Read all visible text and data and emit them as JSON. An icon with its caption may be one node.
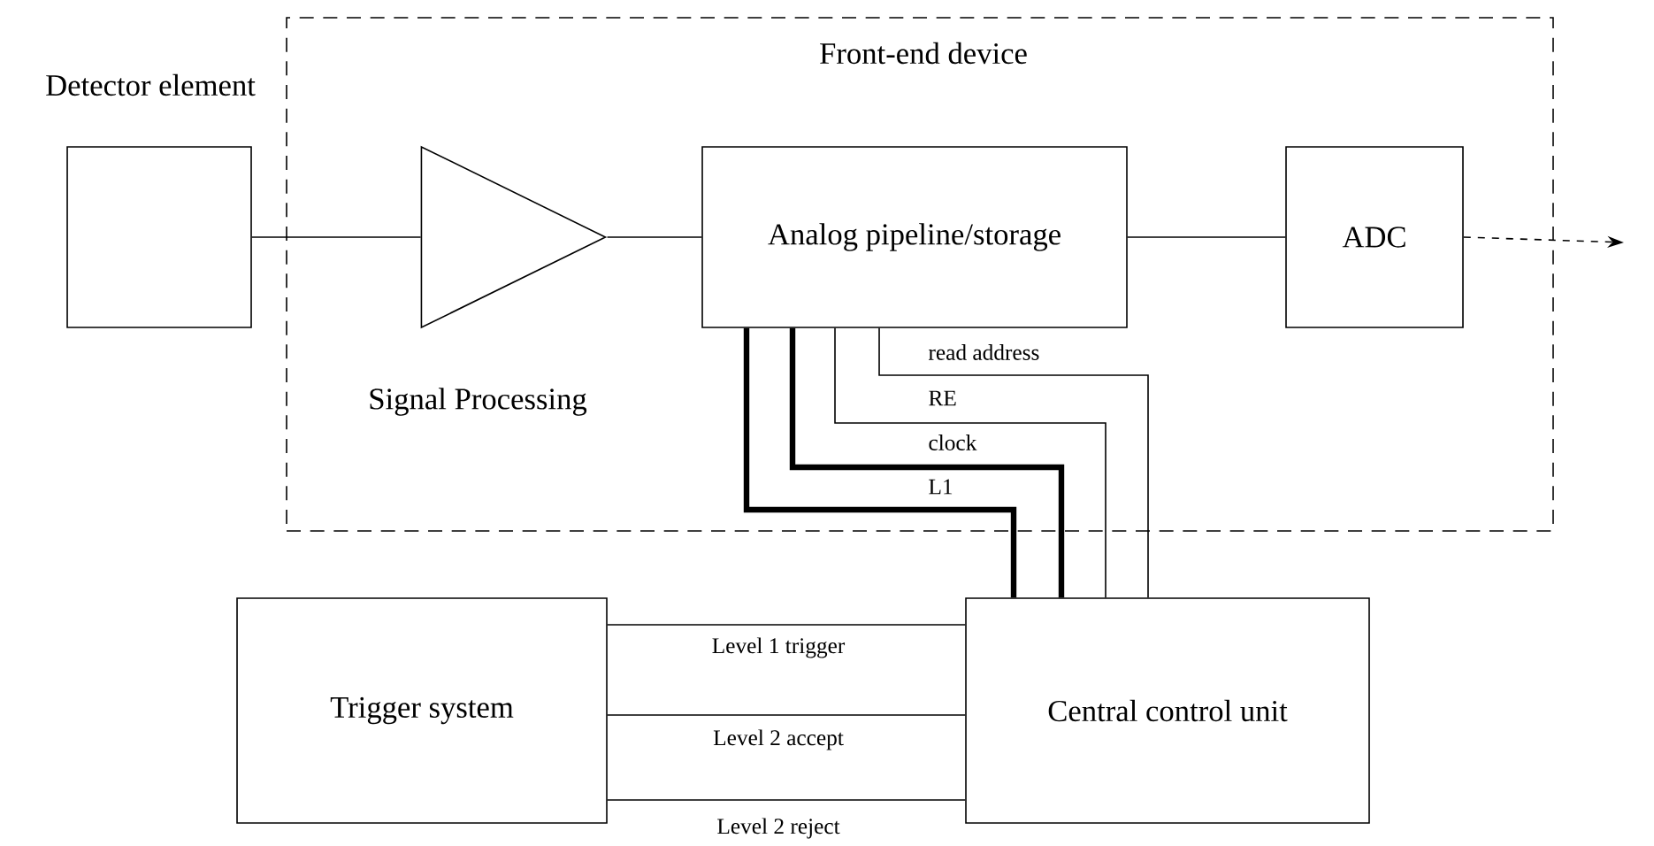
{
  "diagram": {
    "nodes": [
      {
        "text": [
          "Front-end device",
          "Signal Processing"
        ]
      },
      {
        "text": [
          "Detector element"
        ]
      },
      {
        "text": [],
        "shape": "triangle",
        "in": 0
      },
      {
        "text": [
          "Analog pipeline/storage"
        ],
        "in": 0
      },
      {
        "text": [
          "ADC"
        ],
        "in": 0
      },
      {
        "text": [
          "Trigger system"
        ]
      },
      {
        "text": [
          "Central control unit"
        ]
      }
    ],
    "edges": [
      {
        "from": 1,
        "to": 2,
        "arrow": "none"
      },
      {
        "from": 2,
        "to": 3,
        "arrow": "none"
      },
      {
        "from": 3,
        "to": 4,
        "arrow": "none"
      },
      {
        "from": 4,
        "to": null,
        "arrow": "to",
        "style": "dashed"
      },
      {
        "from": 3,
        "to": 6,
        "arrow": "none",
        "label": "read address"
      },
      {
        "from": 3,
        "to": 6,
        "arrow": "none",
        "label": "RE"
      },
      {
        "from": 3,
        "to": 6,
        "arrow": "none",
        "label": "clock",
        "style": "thick"
      },
      {
        "from": 3,
        "to": 6,
        "arrow": "none",
        "label": "L1",
        "style": "thick"
      },
      {
        "from": 5,
        "to": 6,
        "arrow": "none",
        "label": "Level 1 trigger"
      },
      {
        "from": 5,
        "to": 6,
        "arrow": "none",
        "label": "Level 2 accept"
      },
      {
        "from": 5,
        "to": 6,
        "arrow": "none",
        "label": "Level 2 reject"
      }
    ]
  }
}
